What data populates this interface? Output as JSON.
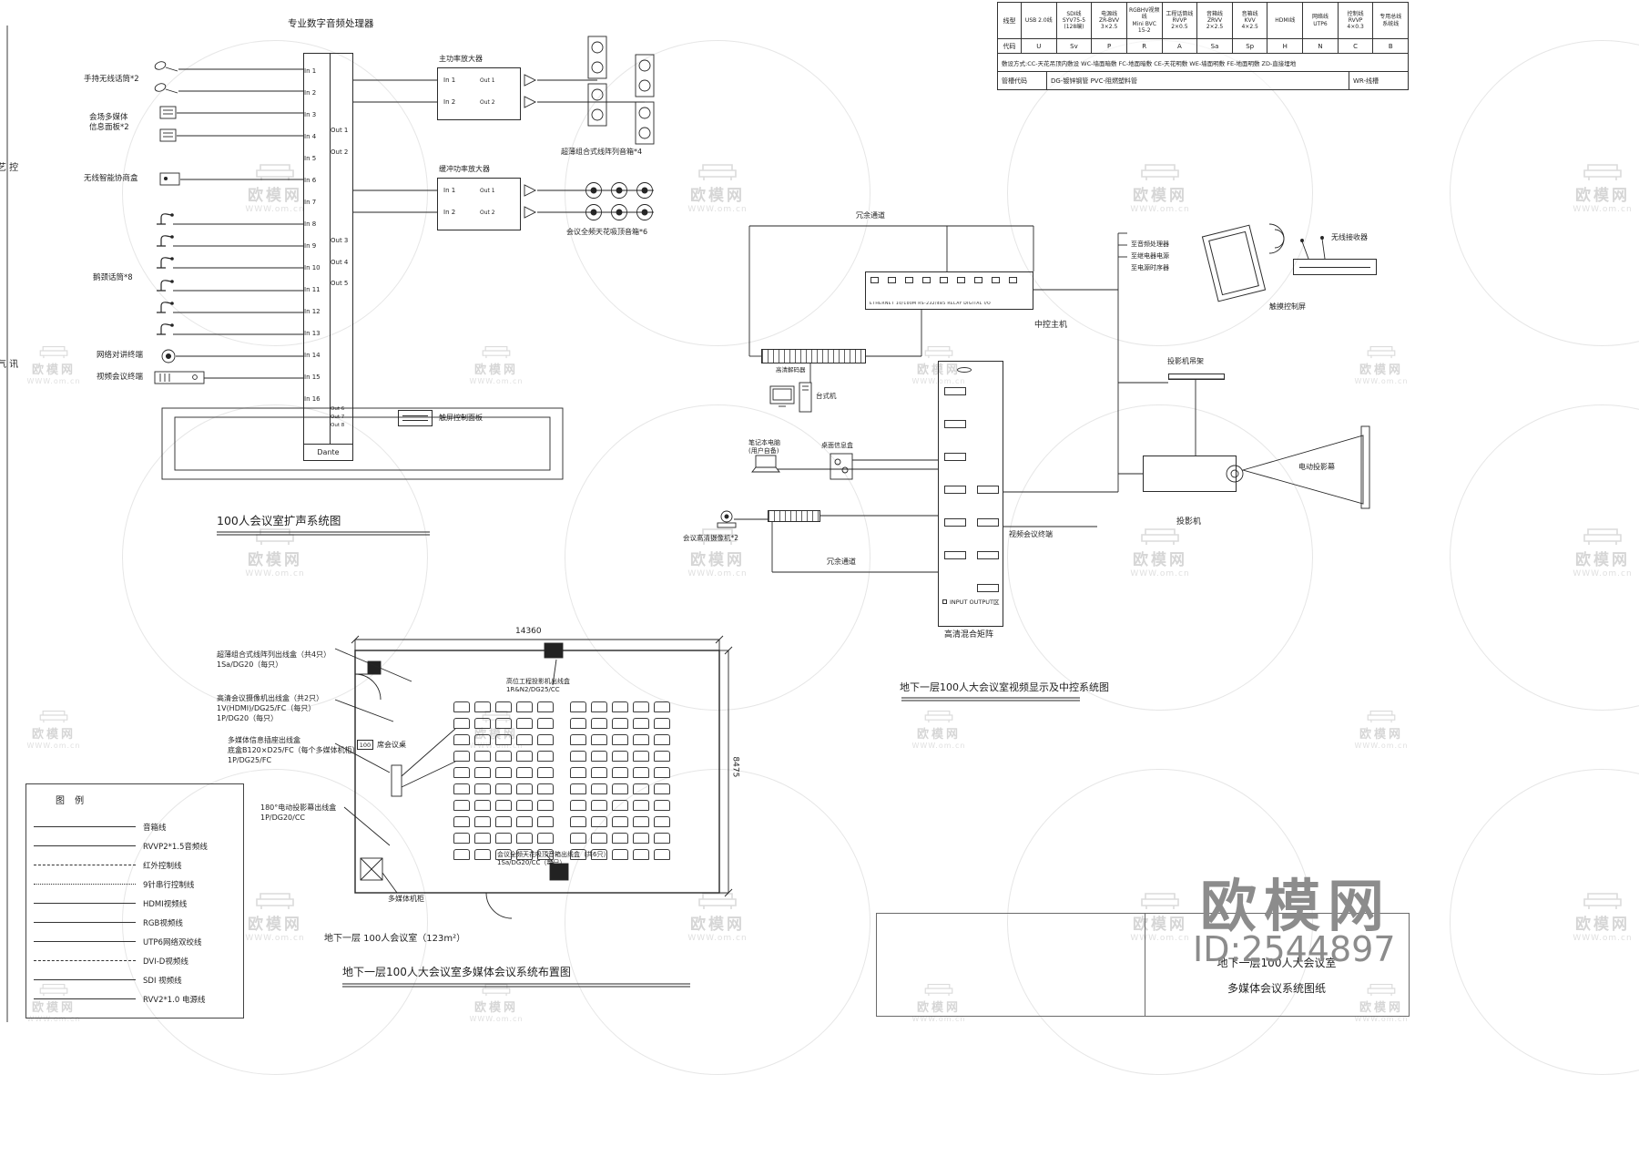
{
  "colors": {
    "line": "#262626",
    "watermark_light": "#dcdcdc",
    "watermark_dark": "#8c8c8c"
  },
  "watermark": {
    "brand": "欧模网",
    "url": "WWW.om.cn",
    "big_brand": "欧模网",
    "big_id": "ID:2544897"
  },
  "titleblock": {
    "lines": [
      "地下一层100人大会议室",
      "多媒体会议系统图纸"
    ]
  },
  "frame": {
    "edge_labels": [
      "艺 控",
      "气 讯"
    ]
  },
  "wire_table": {
    "row1_header": "线型",
    "row2_header": "代码",
    "columns": [
      {
        "type": "USB 2.0线",
        "code": "U"
      },
      {
        "type": "SDI线\nSYV75-5\n(128编)",
        "code": "Sv"
      },
      {
        "type": "电源线\nZR-BVV\n3×2.5",
        "code": "P"
      },
      {
        "type": "RGBHV视频线\nMini BVC\n15-2",
        "code": "R"
      },
      {
        "type": "工程话筒线\nRVVP\n2×0.5",
        "code": "A"
      },
      {
        "type": "音箱线\nZRVV\n2×2.5",
        "code": "Sa"
      },
      {
        "type": "音箱线\nKVV\n4×2.5",
        "code": "Sp"
      },
      {
        "type": "HDMI线",
        "code": "H"
      },
      {
        "type": "网络线\nUTP6",
        "code": "N"
      },
      {
        "type": "控制线\nRVVP\n4×0.3",
        "code": "C"
      },
      {
        "type": "专用总线\n系统线",
        "code": "B"
      }
    ],
    "laying_note": "敷设方式:CC-天花吊顶内敷设  WC-墙面暗敷  FC-地面暗敷  CE-天花明敷  WE-墙面明敷  FE-地面明敷  ZD-直接埋地",
    "duct_header": "管槽代码",
    "duct_cells": [
      "DG-镀锌钢管  PVC-阻燃塑料管",
      "WR-线槽"
    ]
  },
  "audio": {
    "section_title": "100人会议室扩声系统图",
    "processor_title": "专业数字音频处理器",
    "processor_inputs": [
      "In 1",
      "In 2",
      "In 3",
      "In 4",
      "In 5",
      "In 6",
      "In 7",
      "In 8",
      "In 9",
      "In 10",
      "In 11",
      "In 12",
      "In 13",
      "In 14",
      "In 15",
      "In 16"
    ],
    "processor_outputs": [
      "Out 1",
      "Out 2",
      "Out 3",
      "Out 4",
      "Out 5",
      "Out 6",
      "Out 7",
      "Out 8"
    ],
    "bus_label": "Dante",
    "sources": [
      {
        "label": "手持无线话筒*2"
      },
      {
        "label": "会场多媒体\n信息面板*2"
      },
      {
        "label": "无线智能协商盒"
      },
      {
        "label": "鹅颈话筒*8"
      },
      {
        "label": "网络对讲终端"
      },
      {
        "label": "视频会议终端"
      }
    ],
    "amp1_title": "主功率放大器",
    "amp2_title": "缓冲功率放大器",
    "amp_in_labels": [
      "In 1",
      "In 2"
    ],
    "amp_out_labels": [
      "Out 1",
      "Out 2"
    ],
    "line_array_label": "超薄组合式线阵列音箱*4",
    "ceiling_speaker_label": "会议全频天花吸顶音箱*6",
    "panel_label": "触屏控制面板"
  },
  "control": {
    "section_title": "地下一层100人大会议室视频显示及中控系统图",
    "redundant_top": "冗余通道",
    "redundant_bottom": "冗余通道",
    "to_labels": [
      "至音频处理器",
      "至继电器电源",
      "至电源时序器"
    ],
    "host_label": "中控主机",
    "host_ports_text": "ETHERNET 10/100M   RS-232/485   RELAY   DIGITAL I/O",
    "decoder_label": "高清解码器",
    "desktop_label": "台式机",
    "laptop_label": "笔记本电脑\n(用户自备)",
    "infobox_label": "桌面信息盒",
    "vc_terminal_label": "视频会议终端",
    "camera_label": "会议高清摄像机*2",
    "matrix_label": "高清混合矩阵",
    "matrix_io_label": "INPUT    OUTPUT区",
    "touch_label": "触摸控制屏",
    "receiver_label": "无线接收器",
    "mount_label": "投影机吊架",
    "screen_label": "电动投影幕",
    "projector_label": "投影机"
  },
  "plan": {
    "section_title": "地下一层100人大会议室多媒体会议系统布置图",
    "room_label": "地下一层 100人会议室（123m²）",
    "dim_width": "14360",
    "dim_height": "8475",
    "seats": {
      "rows": 10,
      "cols": 10
    },
    "seat_tag": "100",
    "seat_tag_label": "席会议桌",
    "cabinet_label": "多媒体机柜",
    "callouts": [
      {
        "lines": [
          "超薄组合式线阵列出线盒（共4只）",
          "1Sa/DG20（每只）"
        ]
      },
      {
        "lines": [
          "高清会议摄像机出线盒（共2只）",
          "1V(HDMI)/DG25/FC（每只）",
          "1P/DG20（每只）"
        ]
      },
      {
        "lines": [
          "多媒体信息插座出线盒",
          "底盒B120×D25/FC（每个多媒体机柜）",
          "1P/DG25/FC"
        ]
      },
      {
        "lines": [
          "180°电动投影幕出线盒",
          "1P/DG20/CC"
        ]
      },
      {
        "lines": [
          "高位工程投影机出线盒",
          "1R&N2/DG25/CC"
        ]
      },
      {
        "lines": [
          "会议全频天花吸顶音箱出线盒（共6只）",
          "1Sa/DG20/CC（每只）"
        ]
      }
    ]
  },
  "legend": {
    "title": "图  例",
    "items": [
      {
        "label": "音箱线",
        "dash": "solid"
      },
      {
        "label": "RVVP2*1.5音频线",
        "dash": "solid"
      },
      {
        "label": "红外控制线",
        "dash": "dashed"
      },
      {
        "label": "9针串行控制线",
        "dash": "dashdot"
      },
      {
        "label": "HDMI视频线",
        "dash": "solid"
      },
      {
        "label": "RGB视频线",
        "dash": "solid"
      },
      {
        "label": "UTP6网络双绞线",
        "dash": "solid"
      },
      {
        "label": "DVI-D视频线",
        "dash": "dashed"
      },
      {
        "label": "SDI 视频线",
        "dash": "solid"
      },
      {
        "label": "RVV2*1.0 电源线",
        "dash": "solid"
      }
    ]
  }
}
